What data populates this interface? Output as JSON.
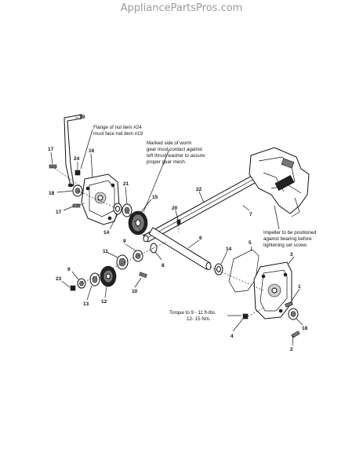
{
  "watermark": "AppliancePartsPros.com",
  "notes": {
    "flange": [
      "Flange of nut item #24",
      "must face rod item #19"
    ],
    "worm_gear": [
      "Marked side of worm",
      "gear must contact against",
      "left thrust washer to assure",
      "proper gear mesh."
    ],
    "impeller": [
      "Impeller to be positioned",
      "against bearing before",
      "tightening set screw."
    ],
    "torque": [
      "Torque to 9 - 11 ft-lbs.",
      "12- 15 Nm."
    ]
  },
  "callouts": [
    "19",
    "17",
    "24",
    "16",
    "18",
    "17",
    "21",
    "15",
    "14",
    "22",
    "20",
    "7",
    "6",
    "9",
    "11",
    "8",
    "5",
    "14",
    "3",
    "9",
    "23",
    "13",
    "12",
    "10",
    "1",
    "18",
    "4",
    "2"
  ]
}
